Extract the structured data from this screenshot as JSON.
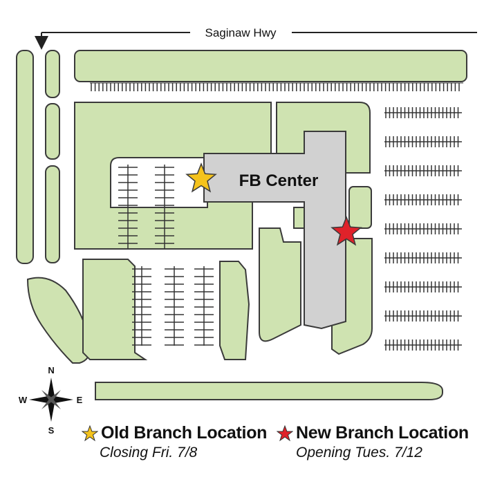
{
  "map": {
    "road_label": "Saginaw Hwy",
    "building_label": "FB Center",
    "compass": {
      "north": "N",
      "south": "S",
      "east": "E",
      "west": "W"
    }
  },
  "legend": {
    "old": {
      "title": "Old Branch Location",
      "subtitle": "Closing Fri. 7/8",
      "star_color": "#f5c31c"
    },
    "new": {
      "title": "New Branch Location",
      "subtitle": "Opening Tues. 7/12",
      "star_color": "#e0222a"
    }
  },
  "colors": {
    "grass": "#cfe3b1",
    "building": "#d1d1d1",
    "outline": "#3a3a3a"
  }
}
